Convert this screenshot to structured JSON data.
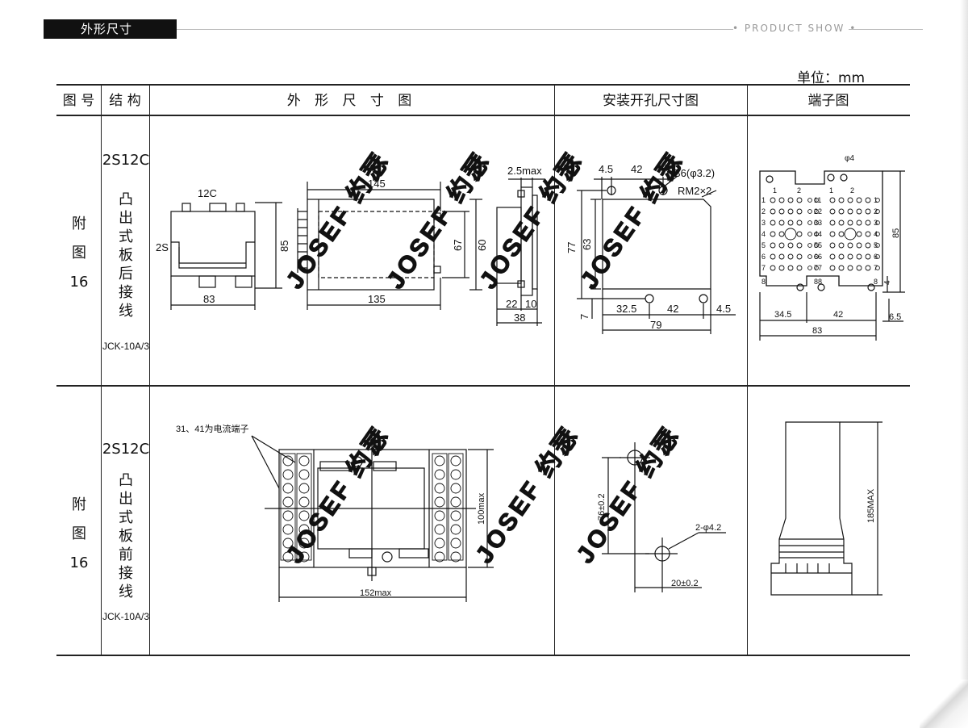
{
  "header": {
    "section_title": "外形尺寸",
    "brand": "• PRODUCT SHOW •"
  },
  "unit": "单位：mm",
  "table": {
    "columns": [
      "图 号",
      "结 构",
      "外 形 尺 寸 图",
      "安装开孔尺寸图",
      "端子图"
    ]
  },
  "rows": [
    {
      "figure": [
        "附",
        "图",
        "16"
      ],
      "model": "2S12C",
      "structure": [
        "凸",
        "出",
        "式",
        "板",
        "后",
        "接",
        "线"
      ],
      "code": "JCK-10A/3"
    },
    {
      "figure": [
        "附",
        "图",
        "16"
      ],
      "model": "2S12C",
      "structure": [
        "凸",
        "出",
        "式",
        "板",
        "前",
        "接",
        "线"
      ],
      "code": "JCK-10A/3"
    }
  ],
  "watermark": "JOSEF 约瑟",
  "dims": {
    "d12c": "12C",
    "d2s": "2S",
    "d85": "85",
    "d83": "83",
    "d145": "145",
    "d135": "135",
    "d67": "67",
    "d60": "60",
    "d25max": "2.5max",
    "d22": "22",
    "d10": "10",
    "d38": "38",
    "d45a": "4.5",
    "d42a": "42",
    "db6": "B6(φ3.2)",
    "drm": "RM2×2",
    "d77": "77",
    "d63": "63",
    "d7": "7",
    "d325": "32.5",
    "d42b": "42",
    "d45b": "4.5",
    "d79": "79",
    "dphi4": "φ4",
    "d345": "34.5",
    "d42c": "42",
    "d83b": "83",
    "d85b": "85",
    "d4": "4",
    "d65": "6.5",
    "term_cols_left": [
      "1",
      "2"
    ],
    "term_cols_mid": [
      "1",
      "2"
    ],
    "term_rows": [
      "1",
      "2",
      "3",
      "4",
      "5",
      "6",
      "7",
      "8"
    ],
    "term_pairs": [
      "11",
      "22",
      "33",
      "44",
      "55",
      "66",
      "77",
      "88"
    ],
    "dcurrent": "31、41为电流端子",
    "d100max": "100max",
    "d152max": "152max",
    "d76": "76±0.2",
    "dphi42": "2-φ4.2",
    "d20": "20±0.2",
    "d185max": "185MAX"
  }
}
